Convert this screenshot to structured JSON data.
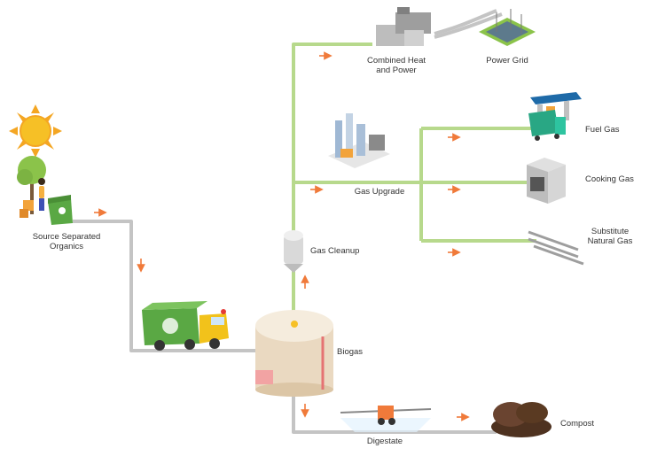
{
  "labels": {
    "chp": "Combined Heat\nand Power",
    "power_grid": "Power Grid",
    "fuel_gas": "Fuel Gas",
    "cooking_gas": "Cooking Gas",
    "substitute_gas": "Substitute\nNatural Gas",
    "gas_upgrade": "Gas Upgrade",
    "gas_cleanup": "Gas Cleanup",
    "source": "Source Separated\nOrganics",
    "biogas": "Biogas",
    "digestate": "Digestate",
    "compost": "Compost"
  },
  "colors": {
    "green_pipe": "#b5d98a",
    "gray_pipe": "#bdbdbd",
    "arrow": "#f07a3a",
    "truck_green": "#5aa844",
    "truck_yellow": "#f2c21b",
    "tank": "#efe4d2",
    "sun": "#f6c026",
    "compost": "#5a3a22"
  }
}
